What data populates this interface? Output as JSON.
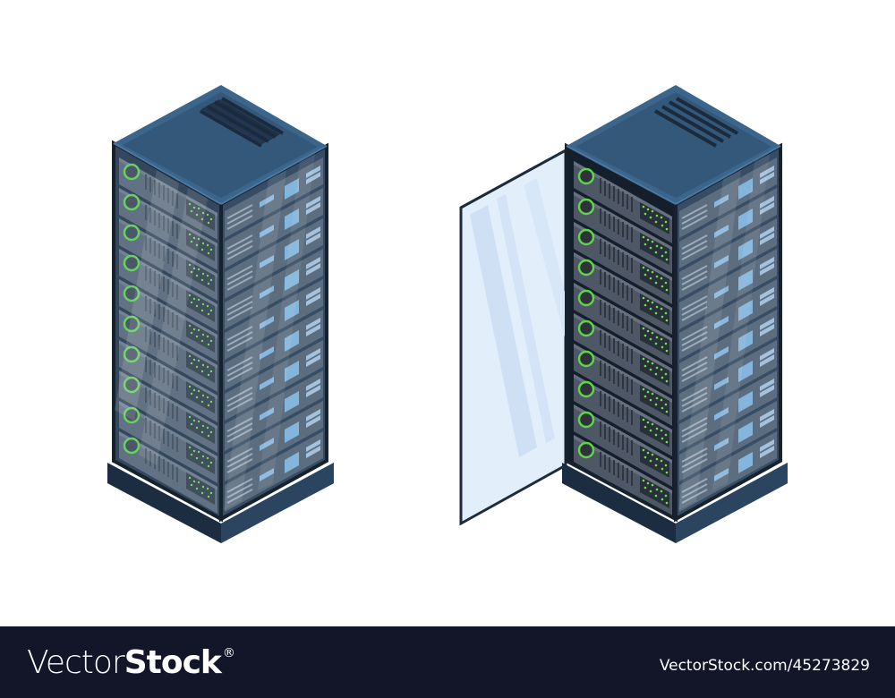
{
  "illustration": {
    "title": "Isometric server racks",
    "racks": [
      {
        "id": "rack-closed",
        "door": "closed",
        "units": 10
      },
      {
        "id": "rack-open",
        "door": "open",
        "units": 10
      }
    ],
    "colors": {
      "top": "#34597a",
      "top_rim": "#3b658a",
      "vent": "#1f3148",
      "frame": "#1c2a3d",
      "unit": "#4d5765",
      "unit_light": "#5f6978",
      "led_ring": "#5fd34a",
      "led_dots": "#6be04f",
      "side_glass": "#5d7590",
      "side_window": "#7fb4dc",
      "base": "#243a52",
      "door_glass": "#e3eefb",
      "door_frame": "#1d2b3c"
    }
  },
  "footer": {
    "brand_light": "Vector",
    "brand_bold": "Stock",
    "registered": "®",
    "reference": "VectorStock.com/45273829"
  }
}
